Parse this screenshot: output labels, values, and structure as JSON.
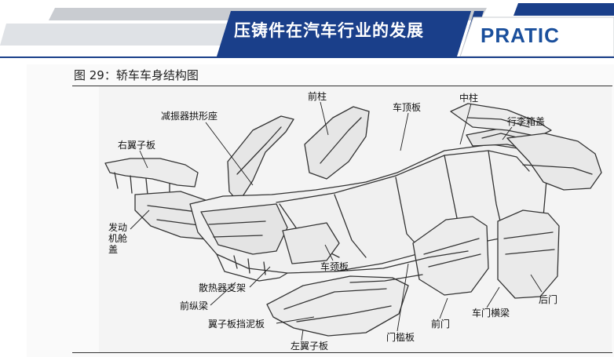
{
  "header": {
    "title": "压铸件在汽车行业的发展",
    "logo": "PRATIC",
    "colors": {
      "navy": "#1a3f8a",
      "accent": "#1a4f9c",
      "light_stripe": "#c9ccd1"
    }
  },
  "figure": {
    "caption": "图 29：轿车车身结构图",
    "labels": {
      "front_pillar": "前柱",
      "roof_panel": "车顶板",
      "center_pillar": "中柱",
      "trunk_lid": "行李箱盖",
      "shock_tower": "减振器拱形座",
      "right_fender": "右翼子板",
      "hood": "发动机舱盖",
      "cowl_panel": "车颈板",
      "radiator_support": "散热器支架",
      "front_rail": "前纵梁",
      "fender_apron": "翼子板挡泥板",
      "left_fender": "左翼子板",
      "sill_panel": "门槛板",
      "front_door": "前门",
      "door_beam": "车门横梁",
      "rear_door": "后门"
    }
  }
}
